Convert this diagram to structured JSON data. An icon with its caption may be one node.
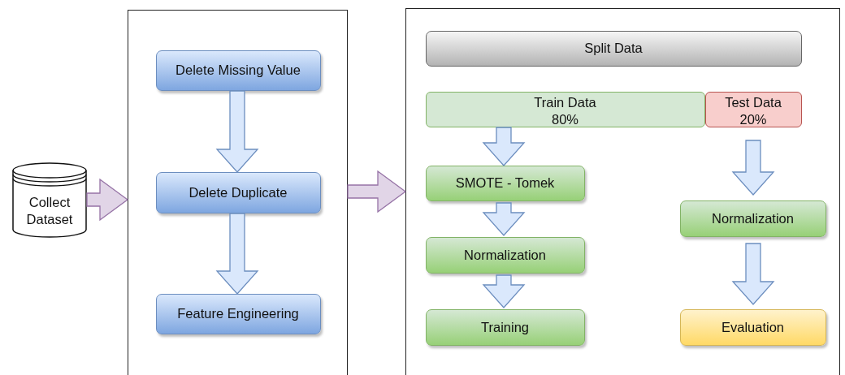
{
  "diagram": {
    "nodes": [
      {
        "text": [
          "Collect Dataset"
        ]
      },
      {
        "text": [],
        "shape": "box"
      },
      {
        "text": [
          "Delete Missing Value"
        ],
        "in": 1
      },
      {
        "text": [
          "Delete Duplicate"
        ],
        "in": 1
      },
      {
        "text": [
          "Feature Engineering"
        ],
        "in": 1
      },
      {
        "text": [],
        "shape": "box"
      },
      {
        "text": [
          "Split Data"
        ],
        "in": 5
      },
      {
        "text": [
          "Train Data",
          "80%"
        ],
        "in": 5
      },
      {
        "text": [
          "Test Data",
          "20%"
        ],
        "in": 5
      },
      {
        "text": [
          "SMOTE - Tomek"
        ],
        "in": 5
      },
      {
        "text": [
          "Normalization"
        ],
        "in": 5
      },
      {
        "text": [
          "Normalization"
        ],
        "in": 5
      },
      {
        "text": [
          "Training"
        ],
        "in": 5
      },
      {
        "text": [
          "Evaluation"
        ],
        "in": 5
      }
    ],
    "edges": [
      {
        "from": 0,
        "to": 1,
        "arrow": "to",
        "color": "#e1d5e7"
      },
      {
        "from": 1,
        "to": 5,
        "arrow": "to",
        "color": "#e1d5e7"
      },
      {
        "from": 2,
        "to": 3,
        "arrow": "to"
      },
      {
        "from": 3,
        "to": 4,
        "arrow": "to"
      },
      {
        "from": 7,
        "to": 9,
        "arrow": "to"
      },
      {
        "from": 9,
        "to": 10,
        "arrow": "to"
      },
      {
        "from": 10,
        "to": 12,
        "arrow": "to"
      },
      {
        "from": 8,
        "to": 11,
        "arrow": "to"
      },
      {
        "from": 11,
        "to": 13,
        "arrow": "to"
      }
    ]
  }
}
